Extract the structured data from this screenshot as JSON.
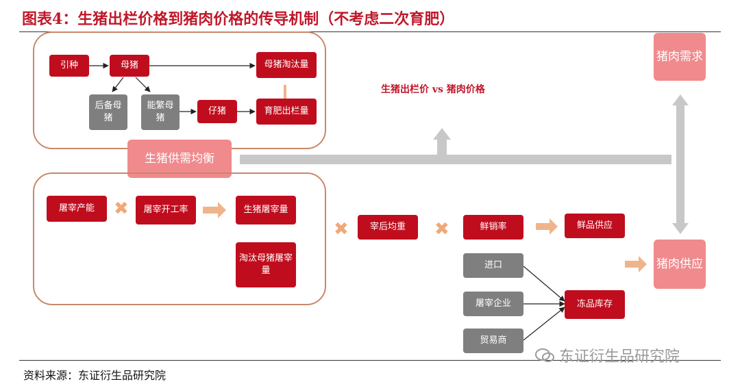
{
  "title": "图表4：生猪出栏价格到猪肉价格的传导机制（不考虑二次育肥）",
  "source": "资料来源：东证衍生品研究院",
  "watermark": "东证衍生品研究院",
  "balance_label": "生猪出栏价 vs 猪肉价格",
  "supply_block": {
    "introduce": "引种",
    "sow": "母猪",
    "sow_cull": "母猪淘汰量",
    "reserve_sow": "后备母猪",
    "breeding_sow": "能繁母猪",
    "piglet": "仔猪",
    "fattening_output": "育肥出栏量"
  },
  "balance": "生猪供需均衡",
  "slaughter_block": {
    "capacity": "屠宰产能",
    "operating_rate": "屠宰开工率",
    "hog_slaughter": "生猪屠宰量",
    "sow_slaughter": "淘汰母猪屠宰量"
  },
  "carcass_weight": "宰后均重",
  "fresh_sale_rate": "鲜销率",
  "fresh_supply": "鲜品供应",
  "frozen_sources": [
    "进口",
    "屠宰企业",
    "贸易商"
  ],
  "frozen_inventory": "冻品库存",
  "pork_demand": "猪肉需求",
  "pork_supply": "猪肉供应",
  "colors": {
    "red": "#c00d1e",
    "gray": "#7f7f7f",
    "pink": "#f08a8c",
    "arrow_orange": "#f0b48c",
    "arrow_gray": "#c8c8c8",
    "outline": "#c9876a"
  }
}
